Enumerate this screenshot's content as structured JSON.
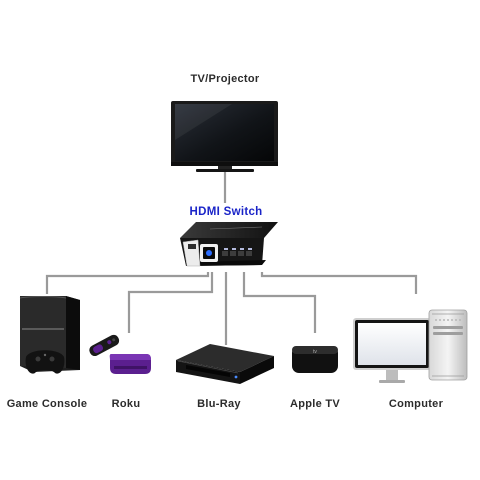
{
  "diagram": {
    "tv_label": "TV/Projector",
    "switch_label": "HDMI Switch",
    "devices": {
      "game_console": "Game Console",
      "roku": "Roku",
      "bluray": "Blu-Ray",
      "apple_tv": "Apple TV",
      "computer": "Computer"
    },
    "colors": {
      "switch_label": "#1a24c8",
      "roku_purple": "#5b1f8f",
      "line": "#9a9a9a"
    }
  }
}
